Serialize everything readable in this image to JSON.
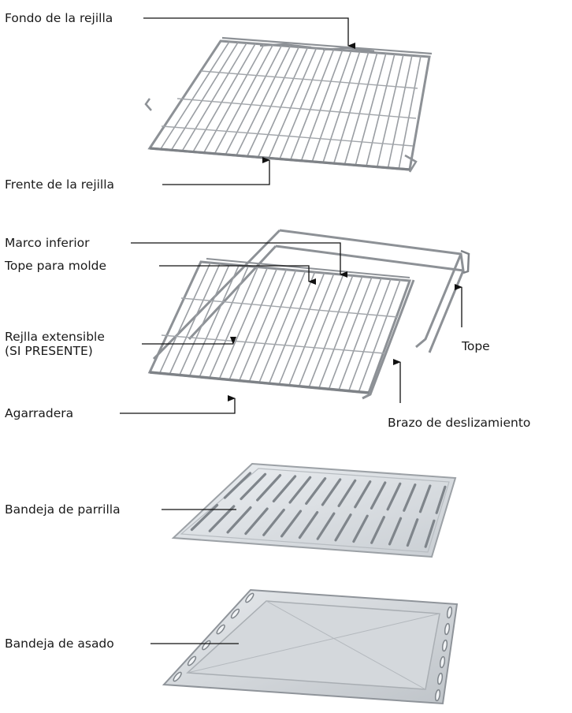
{
  "labels": {
    "fondo": "Fondo de la rejilla",
    "frente": "Frente de la rejilla",
    "marco": "Marco inferior",
    "tope_molde": "Tope para molde",
    "rejilla_ext_1": "Rejlla extensible",
    "rejilla_ext_2": "(SI PRESENTE)",
    "tope": "Tope",
    "agarradera": "Agarradera",
    "brazo": "Brazo de deslizamiento",
    "bandeja_parrilla": "Bandeja de parrilla",
    "bandeja_asado": "Bandeja de asado"
  }
}
